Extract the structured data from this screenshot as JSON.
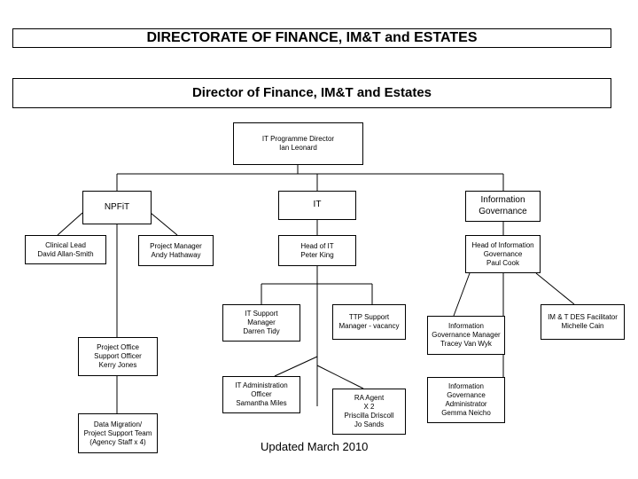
{
  "page_title": "DIRECTORATE OF FINANCE, IM&T and ESTATES",
  "director": "Director of Finance, IM&T and Estates",
  "programme_director": {
    "title": "IT Programme Director",
    "name": "Ian Leonard"
  },
  "npfit": {
    "label": "NPFiT"
  },
  "it": {
    "label": "IT"
  },
  "info_gov": {
    "line1": "Information",
    "line2": "Governance"
  },
  "clinical_lead": {
    "title": "Clinical Lead",
    "name": "David Allan-Smith"
  },
  "project_manager": {
    "title": "Project Manager",
    "name": "Andy Hathaway"
  },
  "head_of_it": {
    "title": "Head of IT",
    "name": "Peter King"
  },
  "head_info_gov": {
    "line1": "Head of Information",
    "line2": "Governance",
    "name": "Paul Cook"
  },
  "it_support_manager": {
    "line1": "IT Support",
    "line2": "Manager",
    "name": "Darren Tidy"
  },
  "ttp_support_manager": {
    "line1": "TTP Support",
    "line2": "Manager - vacancy"
  },
  "info_gov_manager": {
    "line1": "Information",
    "line2": "Governance Manager",
    "name": "Tracey Van Wyk"
  },
  "des_facilitator": {
    "title": "IM & T DES Facilitator",
    "name": "Michelle Cain"
  },
  "project_office": {
    "line1": "Project Office",
    "line2": "Support Officer",
    "name": "Kerry Jones"
  },
  "it_admin": {
    "line1": "IT Administration",
    "line2": "Officer",
    "name": "Samantha Miles"
  },
  "ra_agent": {
    "line1": "RA Agent",
    "line2": "X 2",
    "name1": "Priscilla Driscoll",
    "name2": "Jo Sands"
  },
  "info_gov_admin": {
    "line1": "Information",
    "line2": "Governance",
    "line3": "Administrator",
    "name": "Gemma Neicho"
  },
  "data_migration": {
    "line1": "Data Migration/",
    "line2": "Project Support Team",
    "line3": "(Agency Staff x 4)"
  },
  "updated": "Updated March 2010"
}
